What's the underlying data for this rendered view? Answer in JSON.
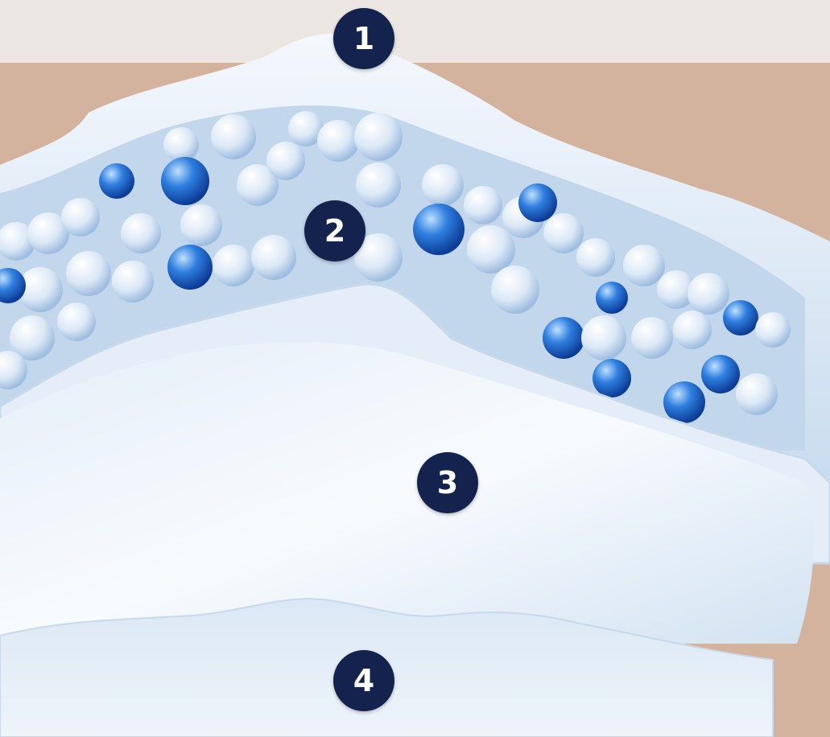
{
  "colors": {
    "background": "#d4b39e",
    "top_band": "#ebe6e2",
    "marker_fill": "#14234d",
    "marker_text": "#ffffff",
    "pad_white": "#e9f1fb",
    "bead_white": "#dce9f7",
    "bead_blue": "#1f6fd0"
  },
  "markers": [
    {
      "label": "1"
    },
    {
      "label": "2"
    },
    {
      "label": "3"
    },
    {
      "label": "4"
    }
  ]
}
